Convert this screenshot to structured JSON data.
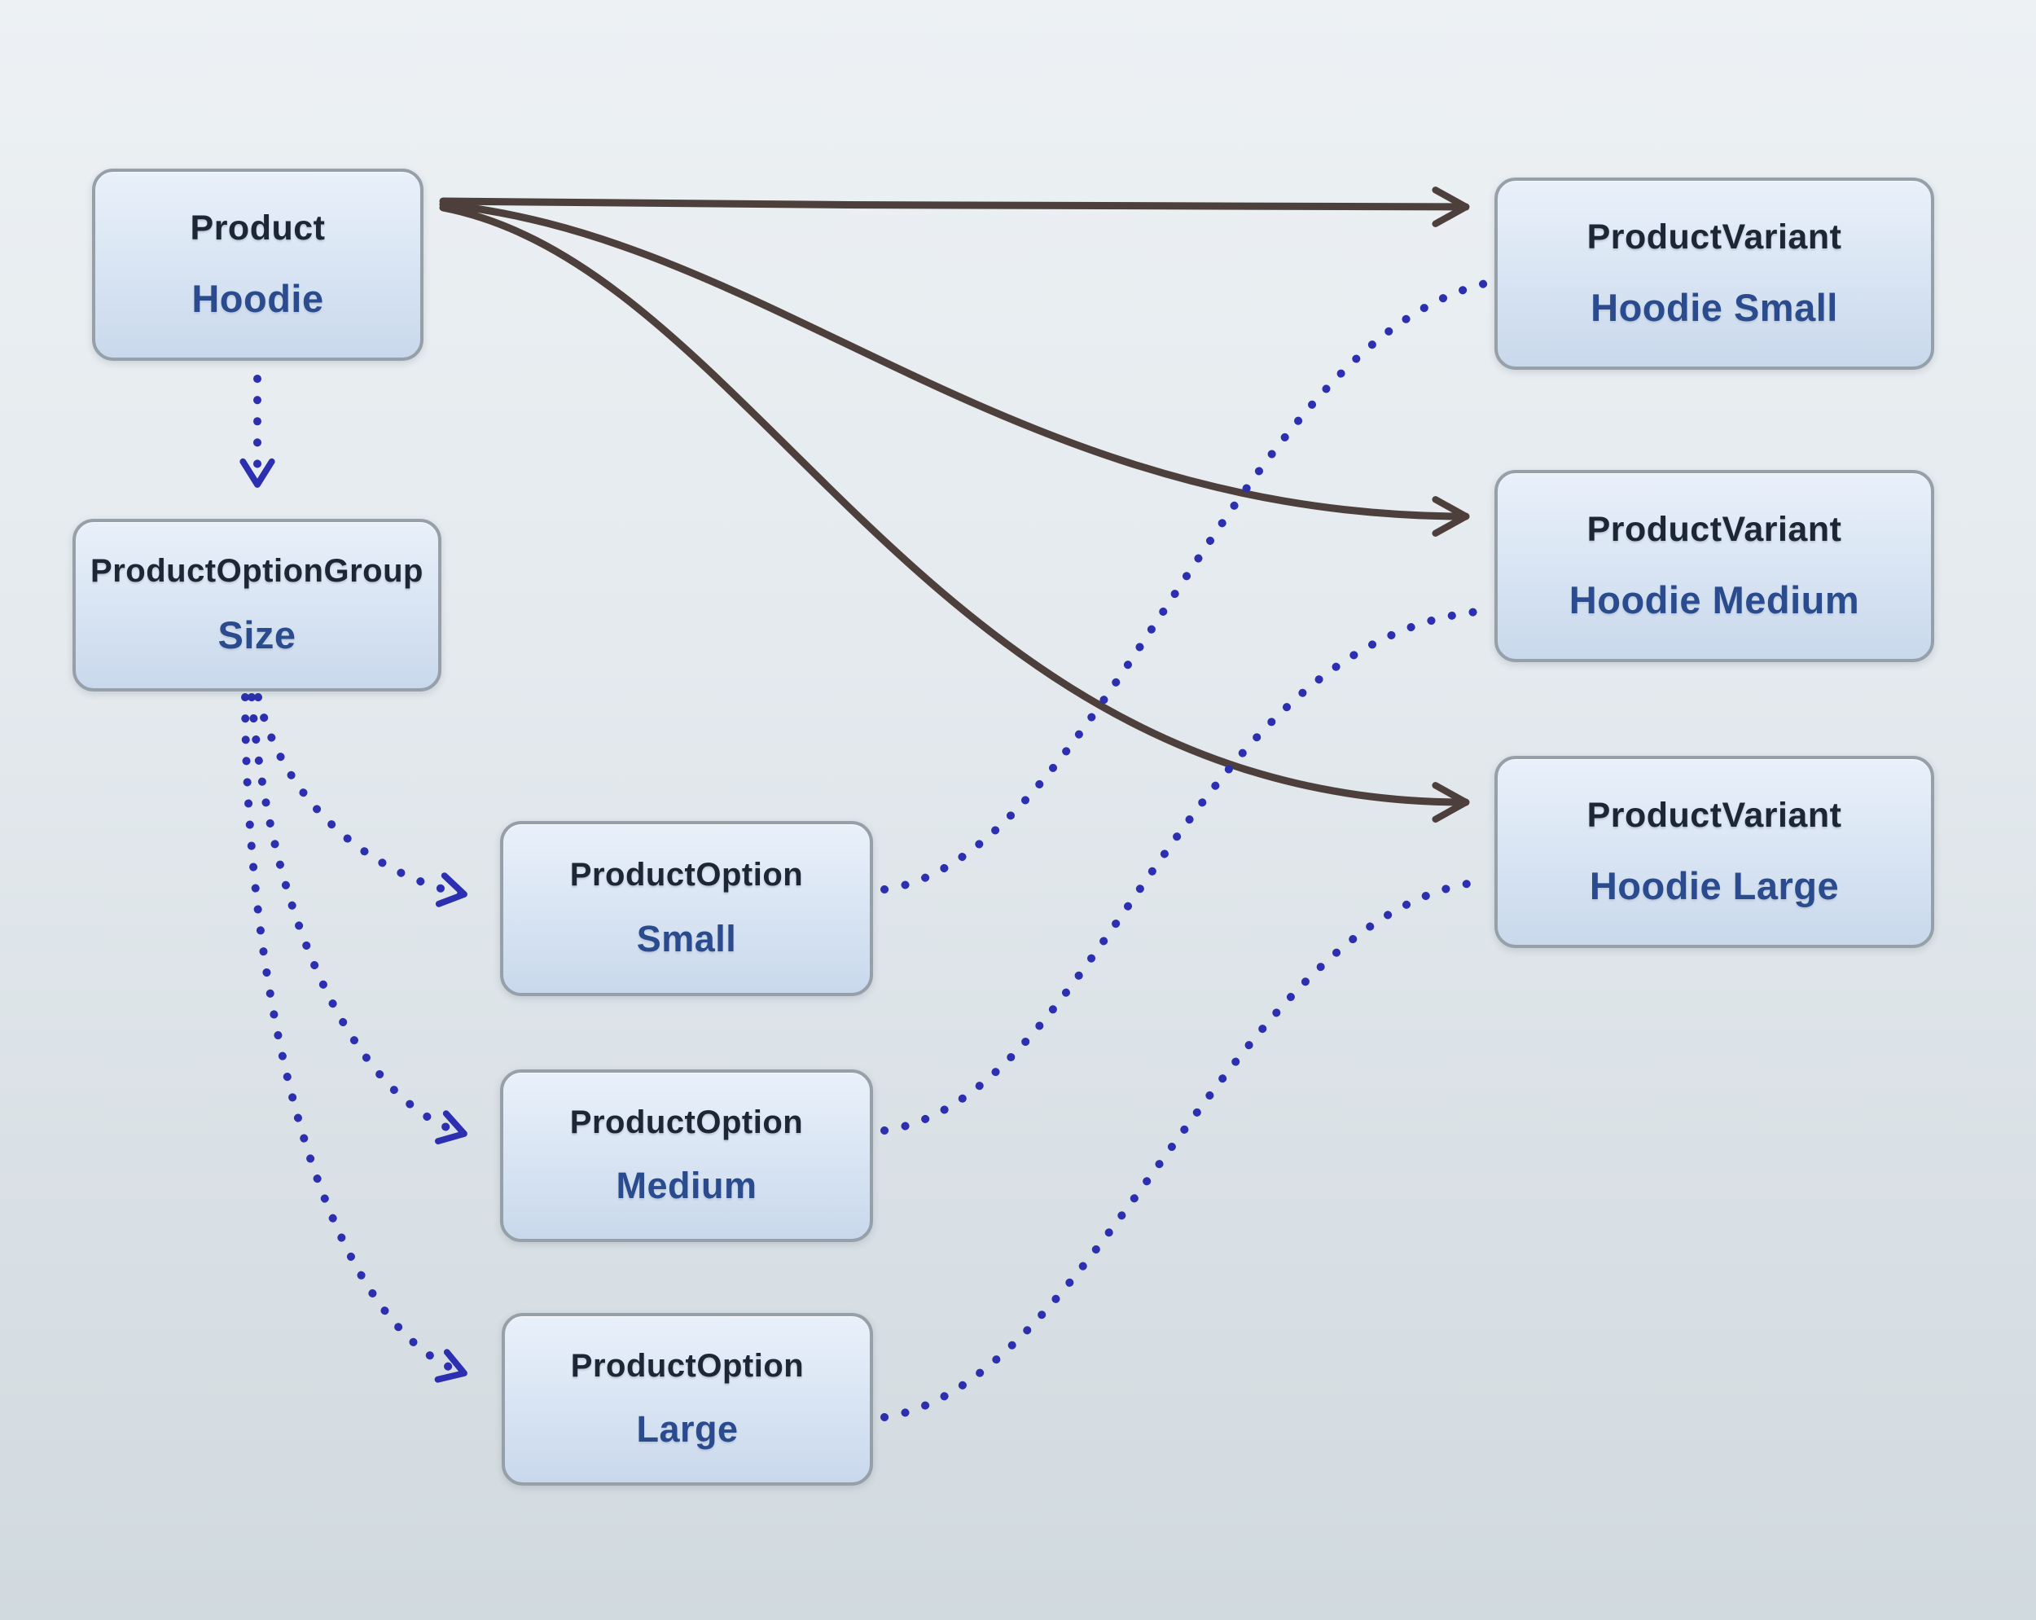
{
  "nodes": {
    "product": {
      "type": "Product",
      "value": "Hoodie"
    },
    "optionGroup": {
      "type": "ProductOptionGroup",
      "value": "Size"
    },
    "optionSmall": {
      "type": "ProductOption",
      "value": "Small"
    },
    "optionMedium": {
      "type": "ProductOption",
      "value": "Medium"
    },
    "optionLarge": {
      "type": "ProductOption",
      "value": "Large"
    },
    "variantSmall": {
      "type": "ProductVariant",
      "value": "Hoodie Small"
    },
    "variantMedium": {
      "type": "ProductVariant",
      "value": "Hoodie Medium"
    },
    "variantLarge": {
      "type": "ProductVariant",
      "value": "Hoodie Large"
    }
  },
  "edges": [
    {
      "from": "product",
      "to": "variantSmall",
      "style": "solid-arrow"
    },
    {
      "from": "product",
      "to": "variantMedium",
      "style": "solid-arrow"
    },
    {
      "from": "product",
      "to": "variantLarge",
      "style": "solid-arrow"
    },
    {
      "from": "product",
      "to": "optionGroup",
      "style": "dotted-arrow"
    },
    {
      "from": "optionGroup",
      "to": "optionSmall",
      "style": "dotted-arrow"
    },
    {
      "from": "optionGroup",
      "to": "optionMedium",
      "style": "dotted-arrow"
    },
    {
      "from": "optionGroup",
      "to": "optionLarge",
      "style": "dotted-arrow"
    },
    {
      "from": "optionSmall",
      "to": "variantSmall",
      "style": "dotted"
    },
    {
      "from": "optionMedium",
      "to": "variantMedium",
      "style": "dotted"
    },
    {
      "from": "optionLarge",
      "to": "variantLarge",
      "style": "dotted"
    }
  ],
  "colors": {
    "solid_edge": "#4d3f3b",
    "dotted_edge": "#2b2fb0",
    "node_border": "#96a0a9",
    "node_fill_top": "#e9f0fa",
    "node_fill_bottom": "#c9d8ec",
    "title_color": "#1d2634",
    "value_color": "#2a4b8d",
    "background_top": "#edf1f4",
    "background_bottom": "#d1dadf"
  }
}
